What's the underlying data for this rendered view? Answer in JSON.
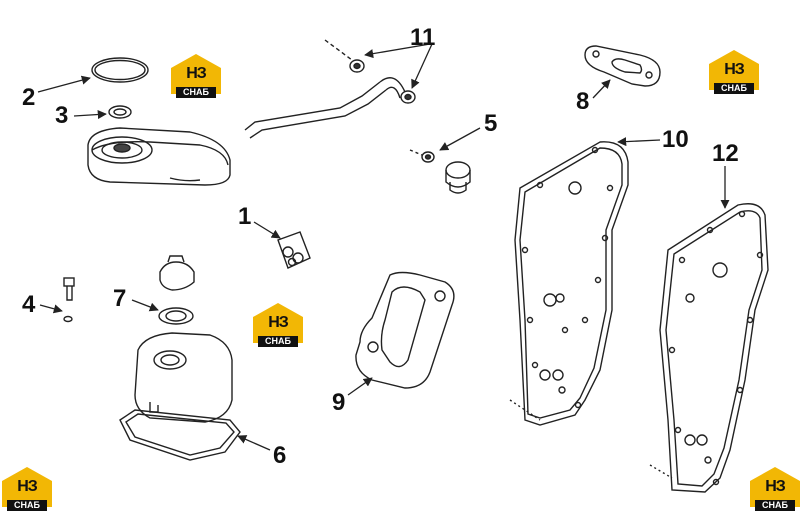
{
  "callouts": {
    "c1": "1",
    "c2": "2",
    "c3": "3",
    "c4": "4",
    "c5": "5",
    "c6": "6",
    "c7": "7",
    "c8": "8",
    "c9": "9",
    "c10": "10",
    "c11": "11",
    "c12": "12"
  },
  "watermark": {
    "big": "НЗ",
    "small": "СНАБ"
  },
  "colors": {
    "line": "#222222",
    "accent": "#f2b705",
    "logo_dark": "#111111"
  }
}
